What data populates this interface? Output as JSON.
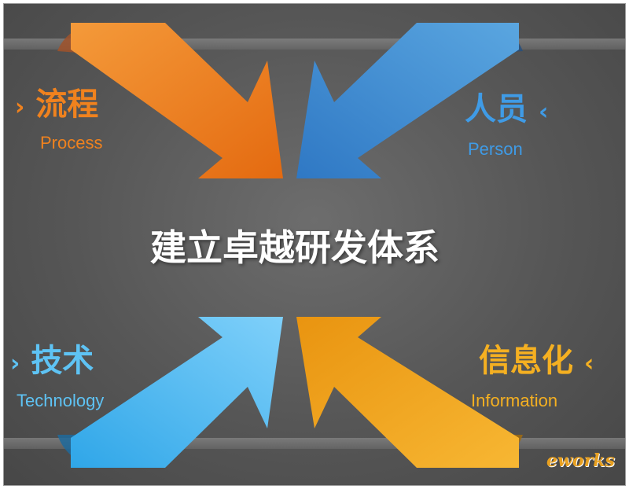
{
  "title": "建立卓越研发体系",
  "quadrants": {
    "process": {
      "cn": "流程",
      "en": "Process",
      "chevron": "›",
      "color": "#f0821e"
    },
    "person": {
      "cn": "人员",
      "en": "Person",
      "chevron": "‹",
      "color": "#3f9be6"
    },
    "technology": {
      "cn": "技术",
      "en": "Technology",
      "chevron": "›",
      "color": "#5ec3f4"
    },
    "information": {
      "cn": "信息化",
      "en": "Information",
      "chevron": "‹",
      "color": "#f5b021"
    }
  },
  "logo": {
    "text": "eworks"
  }
}
